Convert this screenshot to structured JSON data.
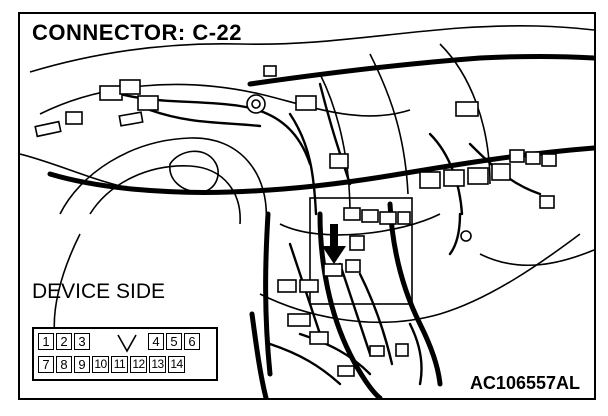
{
  "title": "CONNECTOR: C-22",
  "side_label": "DEVICE SIDE",
  "code": "AC106557AL",
  "pins": {
    "row1": [
      "1",
      "2",
      "3",
      "4",
      "5",
      "6"
    ],
    "row2": [
      "7",
      "8",
      "9",
      "10",
      "11",
      "12",
      "13",
      "14"
    ]
  },
  "colors": {
    "ink": "#000000",
    "paper": "#ffffff"
  }
}
